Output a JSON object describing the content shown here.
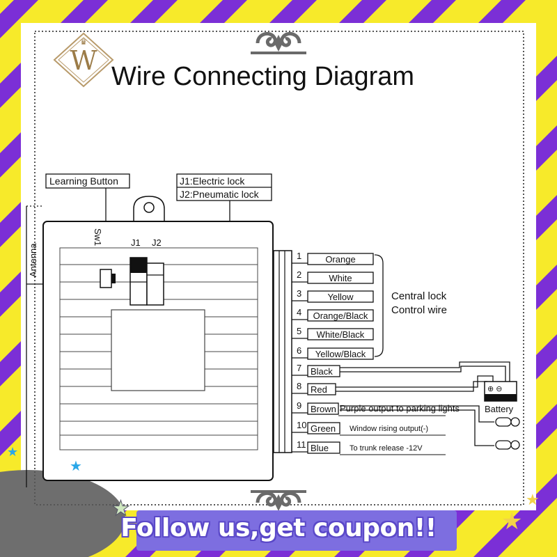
{
  "title": "Wire Connecting Diagram",
  "logo_letter": "W",
  "labels": {
    "learning_button": "Learning Button",
    "jumper_line1": "J1:Electric lock",
    "jumper_line2": "J2:Pneumatic lock",
    "sw1": "Sw1",
    "j1": "J1",
    "j2": "J2",
    "antenna": "Antenna",
    "central_lock_line1": "Central lock",
    "central_lock_line2": "Control wire",
    "battery": "Battery",
    "battery_polarity": "⊕ ⊖"
  },
  "wires": [
    {
      "num": "1",
      "color": "Orange"
    },
    {
      "num": "2",
      "color": "White"
    },
    {
      "num": "3",
      "color": "Yellow"
    },
    {
      "num": "4",
      "color": "Orange/Black"
    },
    {
      "num": "5",
      "color": "White/Black"
    },
    {
      "num": "6",
      "color": "Yellow/Black"
    },
    {
      "num": "7",
      "color": "Black"
    },
    {
      "num": "8",
      "color": "Red"
    },
    {
      "num": "9",
      "color": "Brown",
      "note": "Purple output to parking lights"
    },
    {
      "num": "10",
      "color": "Green",
      "note": "Window rising output(-)"
    },
    {
      "num": "11",
      "color": "Blue",
      "note": "To trunk release -12V"
    }
  ],
  "banner": {
    "text": "Follow us,get coupon!!"
  },
  "colors": {
    "purple": "#7b2fd6",
    "yellow": "#f7ea2a",
    "banner": "#7d6ee0",
    "ink": "#111111"
  }
}
